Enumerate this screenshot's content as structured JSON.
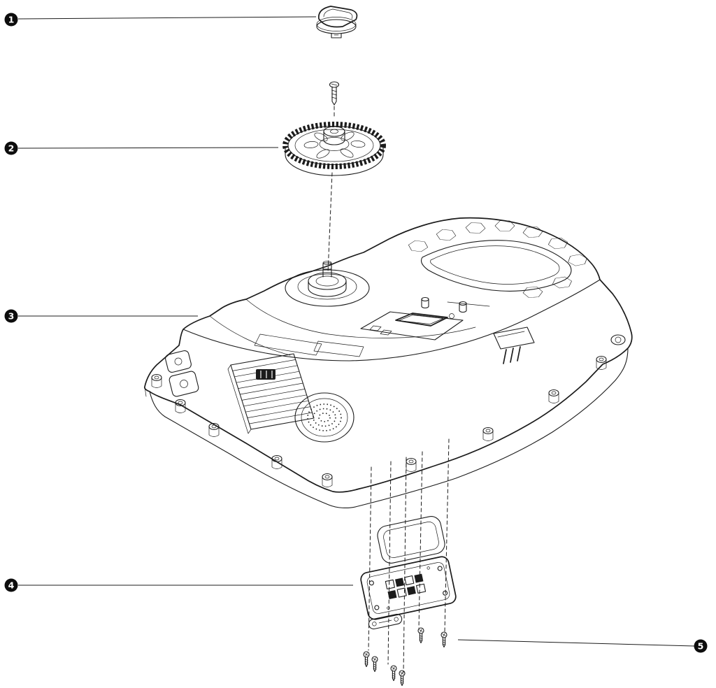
{
  "page": {
    "background": "#ffffff"
  },
  "diagram": {
    "kind": "exploded-parts-diagram",
    "line_color": "#1c1c1c",
    "callout_fill": "#0d0d0d",
    "callout_text_color": "#ffffff",
    "callouts": [
      {
        "label": "1",
        "part": "control-knob"
      },
      {
        "label": "2",
        "part": "drive-gear"
      },
      {
        "label": "3",
        "part": "chassis-top-cover"
      },
      {
        "label": "4",
        "part": "connector-module"
      },
      {
        "label": "5",
        "part": "mounting-screws"
      }
    ]
  }
}
